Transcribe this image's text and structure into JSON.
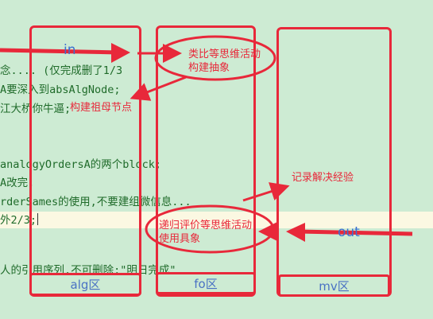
{
  "code": {
    "lines": [
      "念.... (仅完成删了1/3",
      "A要深入到absAlgNode;",
      " 江大桥你牛逼;",
      "",
      " analogyOrdersA的两个block;",
      "A改完;",
      "rderSames的使用,不要建组微信息...",
      "外2/3;",
      "",
      "人的引用序列,不可删除;\"明日完成\""
    ]
  },
  "zones": {
    "alg": "alg区",
    "fo": "fo区",
    "mv": "mv区"
  },
  "annotations": {
    "analogy_line1": "类比等思维活动",
    "analogy_line2": "构建抽象",
    "grandparent": "构建祖母节点",
    "record": "记录解决经验",
    "recursion_line1": "递归评价等思维活动",
    "recursion_line2": "使用具象"
  },
  "flow": {
    "in": "in",
    "out": "out"
  },
  "colors": {
    "annotation_red": "#e8283a",
    "code_green": "#1f6b2a",
    "editor_bg": "#cdebd3",
    "label_blue": "#3b6fd0"
  }
}
